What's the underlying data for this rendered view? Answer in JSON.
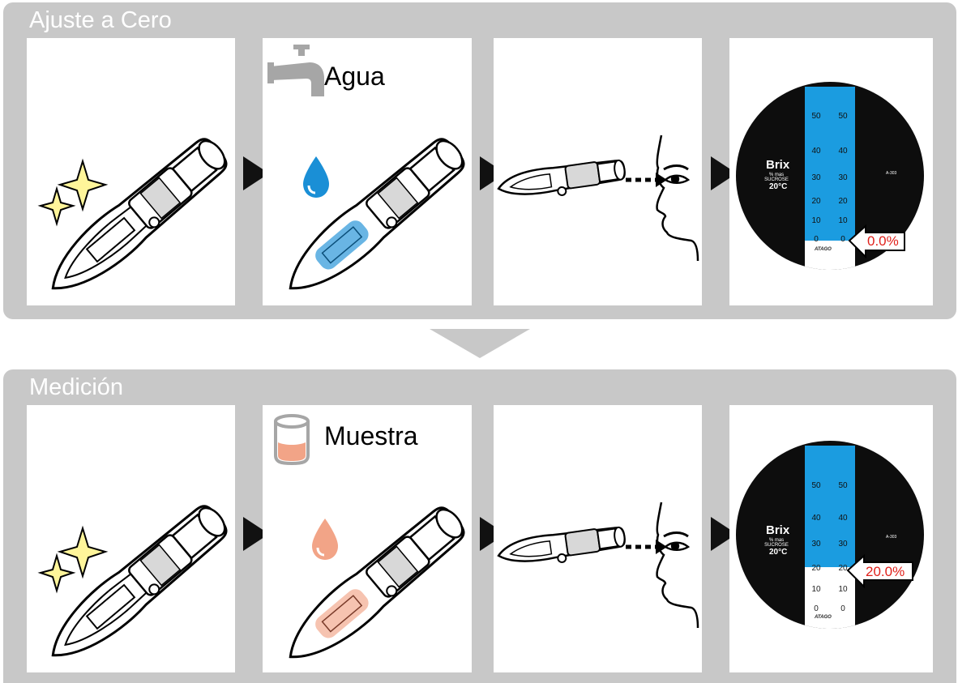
{
  "sections": [
    {
      "title": "Ajuste a Cero",
      "substance_label": "Agua",
      "substance_icon": "faucet-icon",
      "drop_color": "#1a8fd6",
      "reading": "0.0%",
      "boundary_value": 0
    },
    {
      "title": "Medición",
      "substance_label": "Muestra",
      "substance_icon": "sample-cup-icon",
      "drop_color": "#f2a487",
      "reading": "20.0%",
      "boundary_value": 20
    }
  ],
  "eyepiece": {
    "brand_label": "Brix",
    "unit_line1": "% mas",
    "unit_line2": "SUCROSE",
    "temperature": "20°C",
    "maker": "ATAGO",
    "model": "A-303",
    "scale_values": [
      "50",
      "40",
      "30",
      "20",
      "10",
      "0"
    ]
  },
  "colors": {
    "band": "#c8c8c8",
    "scale_blue": "#1b9ce0",
    "reading_red": "#e0201a",
    "star_yellow": "#fff59a"
  },
  "icons": [
    "sparkle-icon",
    "arrow-right-icon",
    "arrow-down-icon",
    "refractometer-icon",
    "drop-icon",
    "eye-icon",
    "face-profile-icon"
  ]
}
